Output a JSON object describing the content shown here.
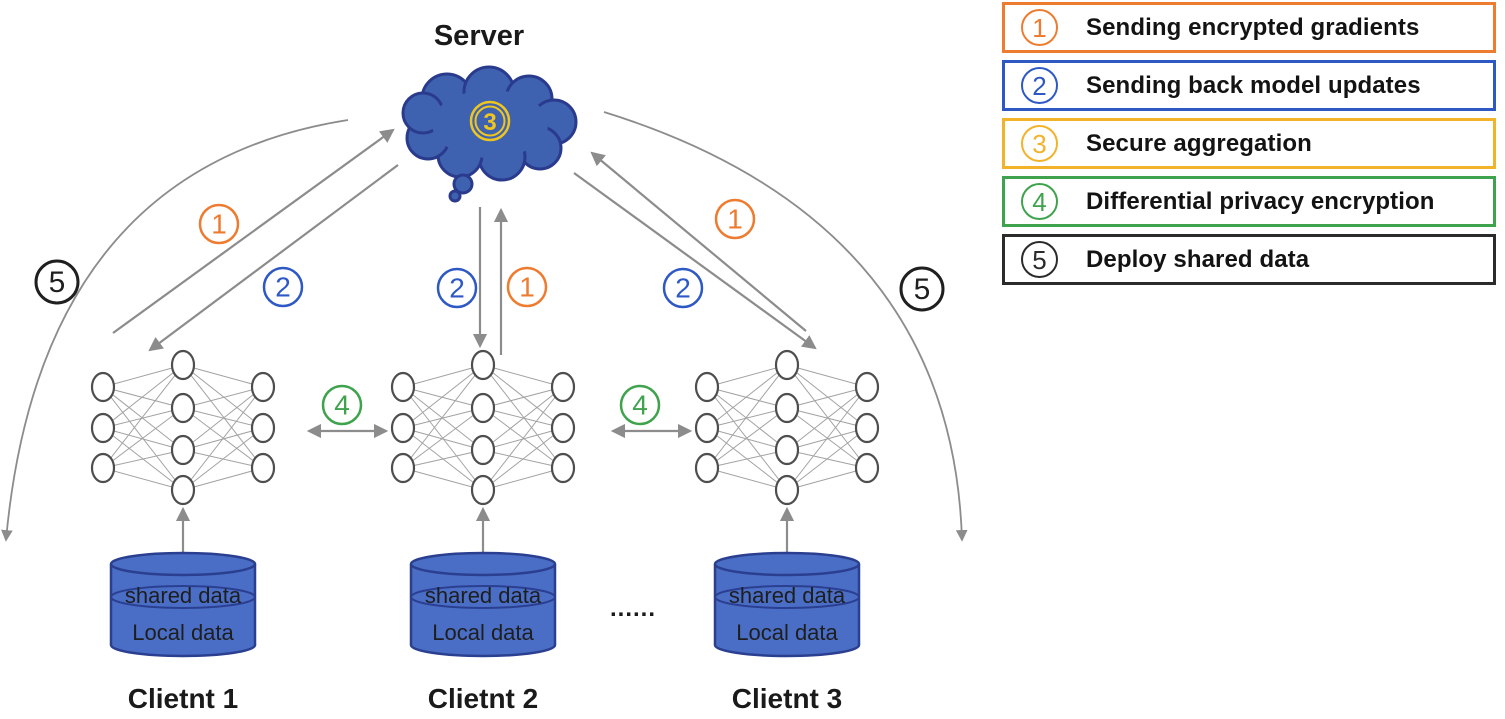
{
  "server": {
    "label": "Server",
    "aggregation_step": "3"
  },
  "steps": {
    "s1": "1",
    "s2": "2",
    "s3": "3",
    "s4": "4",
    "s5": "5"
  },
  "legend": {
    "items": [
      {
        "num": "1",
        "label": "Sending encrypted gradients",
        "color": "#ED7C31"
      },
      {
        "num": "2",
        "label": "Sending back model updates",
        "color": "#2E59C5"
      },
      {
        "num": "3",
        "label": "Secure aggregation",
        "color": "#F2B32A"
      },
      {
        "num": "4",
        "label": "Differential privacy encryption",
        "color": "#3FA34D"
      },
      {
        "num": "5",
        "label": "Deploy shared data",
        "color": "#2B2B2B"
      }
    ]
  },
  "clients": [
    {
      "name": "Clietnt 1",
      "shared_label": "shared data",
      "local_label": "Local data"
    },
    {
      "name": "Clietnt 2",
      "shared_label": "shared data",
      "local_label": "Local data"
    },
    {
      "name": "Clietnt 3",
      "shared_label": "shared data",
      "local_label": "Local data"
    }
  ],
  "ellipsis": "......",
  "flows": [
    {
      "step": "1",
      "from": "Clietnt 1",
      "to": "Server"
    },
    {
      "step": "2",
      "from": "Server",
      "to": "Clietnt 1"
    },
    {
      "step": "1",
      "from": "Clietnt 2",
      "to": "Server"
    },
    {
      "step": "2",
      "from": "Server",
      "to": "Clietnt 2"
    },
    {
      "step": "1",
      "from": "Clietnt 3",
      "to": "Server"
    },
    {
      "step": "2",
      "from": "Server",
      "to": "Clietnt 3"
    },
    {
      "step": "4",
      "between": [
        "Clietnt 1",
        "Clietnt 2"
      ]
    },
    {
      "step": "4",
      "between": [
        "Clietnt 2",
        "Clietnt 3"
      ]
    },
    {
      "step": "5",
      "from": "Server",
      "to": "clients (left curve)"
    },
    {
      "step": "5",
      "from": "Server",
      "to": "clients (right curve)"
    }
  ],
  "colors": {
    "orange": "#ED7C31",
    "blue": "#2E59C5",
    "gold": "#F2B32A",
    "gold_bright": "#EFC51F",
    "green": "#3FA34D",
    "dark": "#1F1F1F",
    "arrow": "#8C8C8C",
    "cloud_fill": "#3E62AF",
    "cloud_border": "#2A3B8D",
    "cylinder_fill": "#4A6EC6",
    "cylinder_border": "#2B3F90"
  }
}
